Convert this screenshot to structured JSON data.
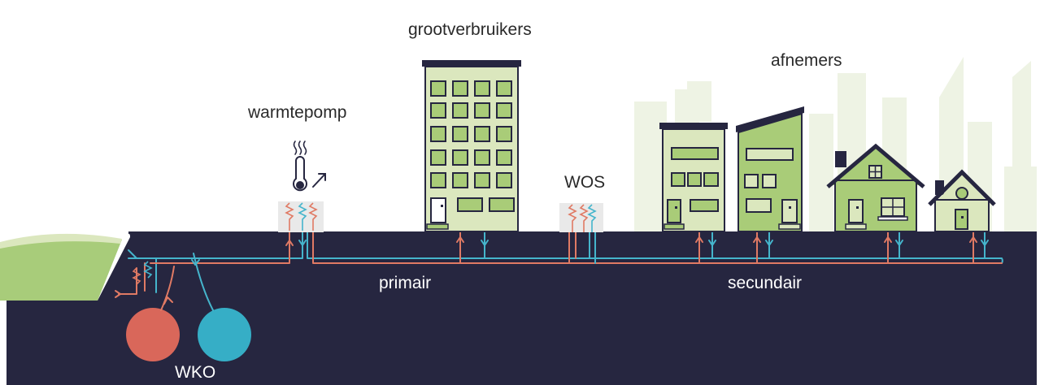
{
  "labels": {
    "heat_pump": "warmtepomp",
    "large_consumers": "grootverbruikers",
    "consumers": "afnemers",
    "substation": "WOS",
    "primary_network": "primair",
    "secondary_network": "secundair",
    "storage": "WKO"
  },
  "icons": {
    "heat_pump": "thermometer-heat-icon",
    "heat_exchanger": "heat-exchanger-coil-icon",
    "warm_well": "warm-well-circle",
    "cold_well": "cold-well-circle"
  },
  "colors": {
    "ground": "#262640",
    "building_green": "#dbe7be",
    "house_green": "#a9cc78",
    "pond_green": "#a8cc7a",
    "outline": "#262640",
    "supply_line": "#e07a64",
    "return_line": "#45b5cc",
    "warm_well": "#d9675a",
    "cold_well": "#36aec6",
    "skyline": "#eef3e4"
  }
}
